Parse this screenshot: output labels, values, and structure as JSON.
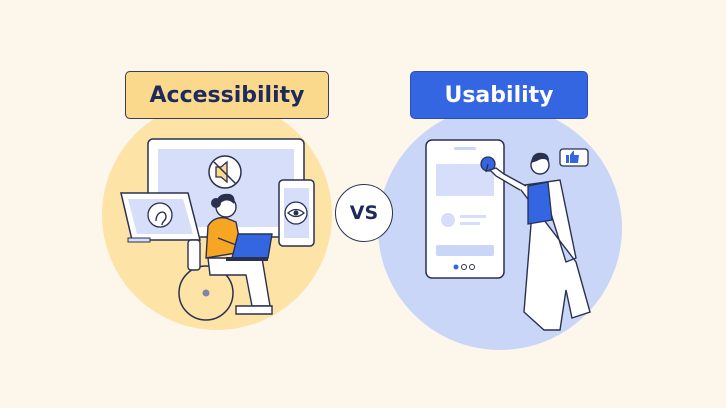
{
  "left": {
    "label": "Accessibility",
    "bg_color": "#fbd98c",
    "circle_color": "#fde4a6"
  },
  "right": {
    "label": "Usability",
    "bg_color": "#3366e0",
    "circle_color": "#c9d6f7"
  },
  "vs_label": "VS",
  "icons": {
    "left": [
      "desktop-monitor-icon",
      "muted-speaker-icon",
      "ear-icon",
      "eye-icon",
      "laptop-icon",
      "wheelchair-icon"
    ],
    "right": [
      "smartphone-icon",
      "thumbs-up-icon",
      "pointer-hand-icon"
    ]
  }
}
